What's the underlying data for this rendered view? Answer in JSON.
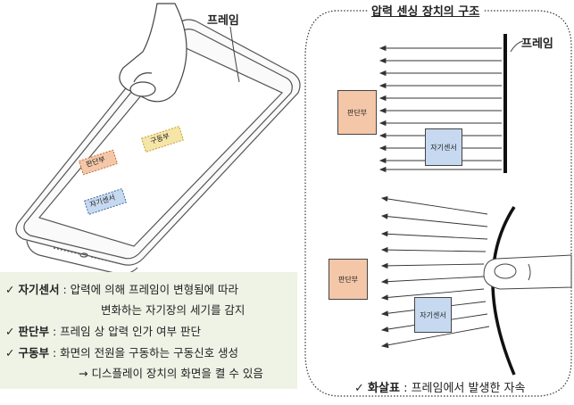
{
  "left_panel": {
    "frame_label": "프레임",
    "phone_labels": {
      "judgement": "판단부",
      "drive": "구동부",
      "magnetic_sensor": "자기센서"
    }
  },
  "legend": {
    "items": [
      {
        "check": "✓",
        "key": "자기센서",
        "sep": " : ",
        "line1": "압력에 의해 프레임이 변형됨에 따라",
        "line2": "변화하는 자기장의 세기를 감지"
      },
      {
        "check": "✓",
        "key": "판단부",
        "sep": " : ",
        "line1": "프레임 상 압력 인가 여부 판단"
      },
      {
        "check": "✓",
        "key": "구동부",
        "sep": " : ",
        "line1": "화면의 전원을 구동하는 구동신호 생성",
        "line2": "→ 디스플레이 장치의 화면을 켤 수 있음"
      }
    ]
  },
  "right_panel": {
    "title": "압력 센싱 장치의 구조",
    "frame_label": "프레임",
    "top_boxes": {
      "judgement": "판단부",
      "magnetic_sensor": "자기센서"
    },
    "bottom_boxes": {
      "judgement": "판단부",
      "magnetic_sensor": "자기센서"
    },
    "footer": {
      "check": "✓",
      "key": "화살표",
      "sep": " : ",
      "text": "프레임에서 발생한 자속"
    }
  },
  "colors": {
    "judgement_fill": "#f4c7a8",
    "sensor_fill": "#c6d9f0",
    "drive_fill": "#f5e6a8",
    "legend_bg": "#eef3e6"
  }
}
